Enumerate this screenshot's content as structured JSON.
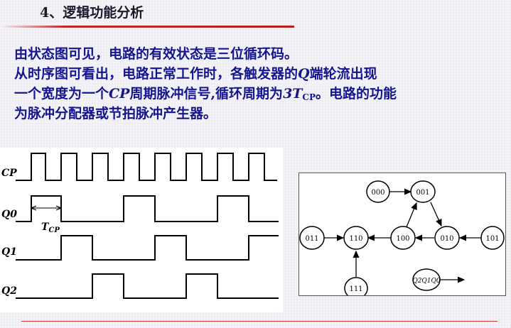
{
  "title": "4、逻辑功能分析",
  "paragraph": {
    "line1": "由状态图可见，电路的有效状态是三位循环码。",
    "line2_pre": "从时序图可看出，电路正常工作时，各触发器的",
    "line2_q": "Q",
    "line2_post": "端轮流出现",
    "line3_pre": "一个宽度为一个",
    "line3_cp": "CP",
    "line3_mid": "周期脉冲信号,循环周期为",
    "line3_3t": "3T",
    "line3_sub": "CP",
    "line3_post": "。电路的功能",
    "line4": "为脉冲分配器或节拍脉冲产生器。"
  },
  "timing": {
    "labels": [
      "CP",
      "Q0",
      "Q1",
      "Q2"
    ],
    "period_label_main": "T",
    "period_label_sub": "CP"
  },
  "state_diagram": {
    "states": [
      "000",
      "001",
      "011",
      "110",
      "100",
      "010",
      "101",
      "111"
    ],
    "legend": "Q2Q1Q0"
  }
}
